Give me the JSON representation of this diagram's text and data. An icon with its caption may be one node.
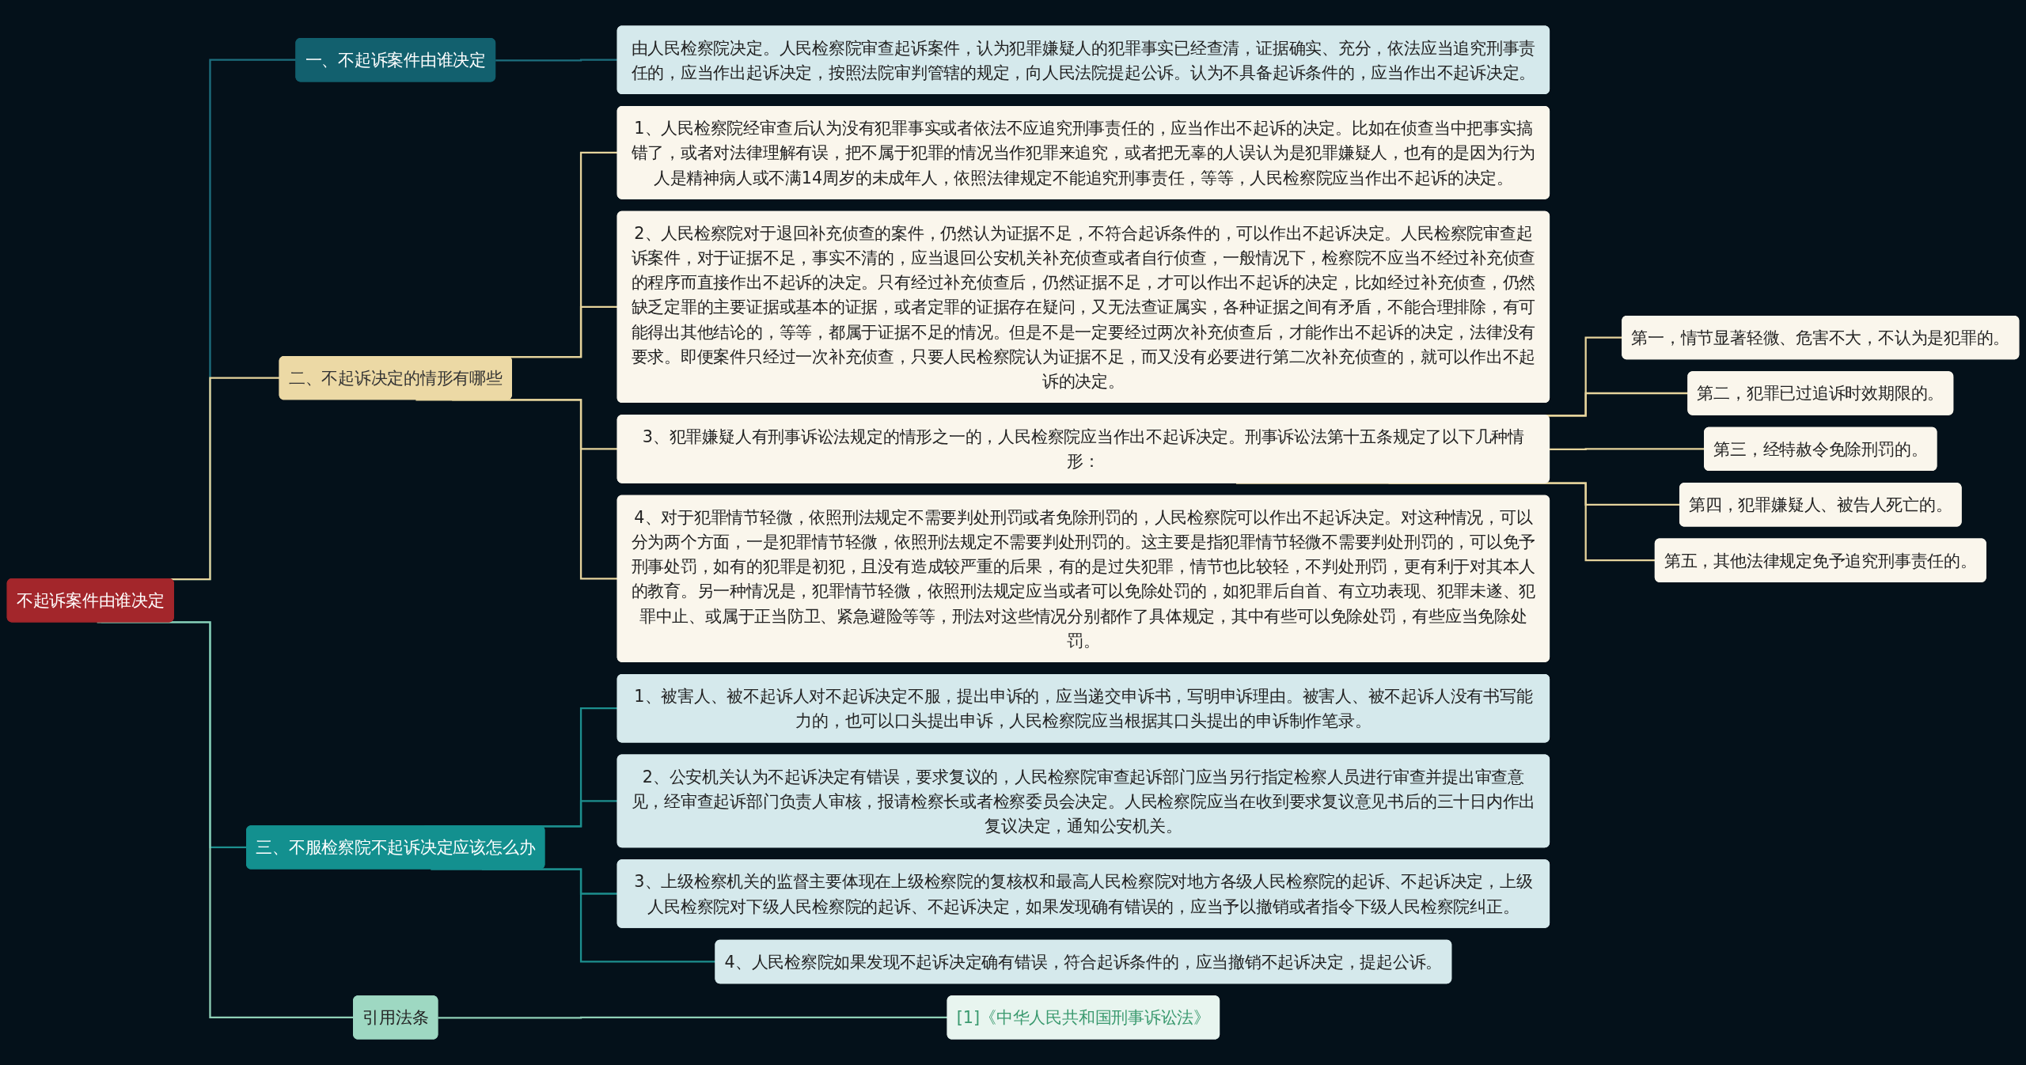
{
  "diagram": {
    "nodes": [
      {
        "text": [
          "不起诉案件由谁决定"
        ]
      },
      {
        "text": [
          "一、不起诉案件由谁决定"
        ]
      },
      {
        "text": [
          "由人民检察院决定。人民检察院审查起诉案件，认为犯罪嫌疑人的犯罪事实已经查清，证据确实、充分，依法应当追究刑事责任的，应当作出起诉决定，按照法院审判管辖的规定，向人民法院提起公诉。认为不具备起诉条件的，应当作出不起诉决定。"
        ]
      },
      {
        "text": [
          "二、不起诉决定的情形有哪些"
        ]
      },
      {
        "text": [
          "1、人民检察院经审查后认为没有犯罪事实或者依法不应追究刑事责任的，应当作出不起诉的决定。比如在侦查当中把事实搞错了，或者对法律理解有误，把不属于犯罪的情况当作犯罪来追究，或者把无辜的人误认为是犯罪嫌疑人，也有的是因为行为人是精神病人或不满14周岁的未成年人，依照法律规定不能追究刑事责任，等等，人民检察院应当作出不起诉的决定。"
        ]
      },
      {
        "text": [
          "2、人民检察院对于退回补充侦查的案件，仍然认为证据不足，不符合起诉条件的，可以作出不起诉决定。人民检察院审查起诉案件，对于证据不足，事实不清的，应当退回公安机关补充侦查或者自行侦查，一般情况下，检察院不应当不经过补充侦查的程序而直接作出不起诉的决定。只有经过补充侦查后，仍然证据不足，才可以作出不起诉的决定，比如经过补充侦查，仍然缺乏定罪的主要证据或基本的证据，或者定罪的证据存在疑问，又无法查证属实，各种证据之间有矛盾，不能合理排除，有可能得出其他结论的，等等，都属于证据不足的情况。但是不是一定要经过两次补充侦查后，才能作出不起诉的决定，法律没有要求。即便案件只经过一次补充侦查，只要人民检察院认为证据不足，而又没有必要进行第二次补充侦查的，就可以作出不起诉的决定。"
        ]
      },
      {
        "text": [
          "3、犯罪嫌疑人有刑事诉讼法规定的情形之一的，人民检察院应当作出不起诉决定。刑事诉讼法第十五条规定了以下几种情形："
        ]
      },
      {
        "text": [
          "第一，情节显著轻微、危害不大，不认为是犯罪的。"
        ]
      },
      {
        "text": [
          "第二，犯罪已过追诉时效期限的。"
        ]
      },
      {
        "text": [
          "第三，经特赦令免除刑罚的。"
        ]
      },
      {
        "text": [
          "第四，犯罪嫌疑人、被告人死亡的。"
        ]
      },
      {
        "text": [
          "第五，其他法律规定免予追究刑事责任的。"
        ]
      },
      {
        "text": [
          "4、对于犯罪情节轻微，依照刑法规定不需要判处刑罚或者免除刑罚的，人民检察院可以作出不起诉决定。对这种情况，可以分为两个方面，一是犯罪情节轻微，依照刑法规定不需要判处刑罚的。这主要是指犯罪情节轻微不需要判处刑罚的，可以免予刑事处罚，如有的犯罪是初犯，且没有造成较严重的后果，有的是过失犯罪，情节也比较轻，不判处刑罚，更有利于对其本人的教育。另一种情况是，犯罪情节轻微，依照刑法规定应当或者可以免除处罚的，如犯罪后自首、有立功表现、犯罪未遂、犯罪中止、或属于正当防卫、紧急避险等等，刑法对这些情况分别都作了具体规定，其中有些可以免除处罚，有些应当免除处罚。"
        ]
      },
      {
        "text": [
          "三、不服检察院不起诉决定应该怎么办"
        ]
      },
      {
        "text": [
          "1、被害人、被不起诉人对不起诉决定不服，提出申诉的，应当递交申诉书，写明申诉理由。被害人、被不起诉人没有书写能力的，也可以口头提出申诉，人民检察院应当根据其口头提出的申诉制作笔录。"
        ]
      },
      {
        "text": [
          "2、公安机关认为不起诉决定有错误，要求复议的，人民检察院审查起诉部门应当另行指定检察人员进行审查并提出审查意见，经审查起诉部门负责人审核，报请检察长或者检察委员会决定。人民检察院应当在收到要求复议意见书后的三十日内作出复议决定，通知公安机关。"
        ]
      },
      {
        "text": [
          "3、上级检察机关的监督主要体现在上级检察院的复核权和最高人民检察院对地方各级人民检察院的起诉、不起诉决定，上级人民检察院对下级人民检察院的起诉、不起诉决定，如果发现确有错误的，应当予以撤销或者指令下级人民检察院纠正。"
        ]
      },
      {
        "text": [
          "4、人民检察院如果发现不起诉决定确有错误，符合起诉条件的，应当撤销不起诉决定，提起公诉。"
        ]
      },
      {
        "text": [
          "引用法条"
        ]
      },
      {
        "text": [
          "[1]《中华人民共和国刑事诉讼法》"
        ]
      }
    ],
    "edges": [
      {
        "from": 0,
        "to": 1,
        "arrow": "none",
        "color": "#1d6f7e"
      },
      {
        "from": 1,
        "to": 2,
        "arrow": "none",
        "color": "#1d6f7e"
      },
      {
        "from": 0,
        "to": 3,
        "arrow": "none"
      },
      {
        "from": 3,
        "to": 4,
        "arrow": "none"
      },
      {
        "from": 3,
        "to": 5,
        "arrow": "none"
      },
      {
        "from": 3,
        "to": 6,
        "arrow": "none"
      },
      {
        "from": 6,
        "to": 7,
        "arrow": "none"
      },
      {
        "from": 6,
        "to": 8,
        "arrow": "none"
      },
      {
        "from": 6,
        "to": 9,
        "arrow": "none"
      },
      {
        "from": 6,
        "to": 10,
        "arrow": "none"
      },
      {
        "from": 6,
        "to": 11,
        "arrow": "none"
      },
      {
        "from": 3,
        "to": 12,
        "arrow": "none"
      },
      {
        "from": 0,
        "to": 13,
        "arrow": "none",
        "color": "#1d8f8e"
      },
      {
        "from": 13,
        "to": 14,
        "arrow": "none",
        "color": "#1d8f8e"
      },
      {
        "from": 13,
        "to": 15,
        "arrow": "none",
        "color": "#1d8f8e"
      },
      {
        "from": 13,
        "to": 16,
        "arrow": "none",
        "color": "#1d8f8e"
      },
      {
        "from": 13,
        "to": 17,
        "arrow": "none",
        "color": "#1d8f8e"
      },
      {
        "from": 0,
        "to": 18,
        "arrow": "none",
        "color": "#8fd0b6"
      },
      {
        "from": 18,
        "to": 19,
        "arrow": "none",
        "color": "#8fd0b6"
      }
    ]
  }
}
